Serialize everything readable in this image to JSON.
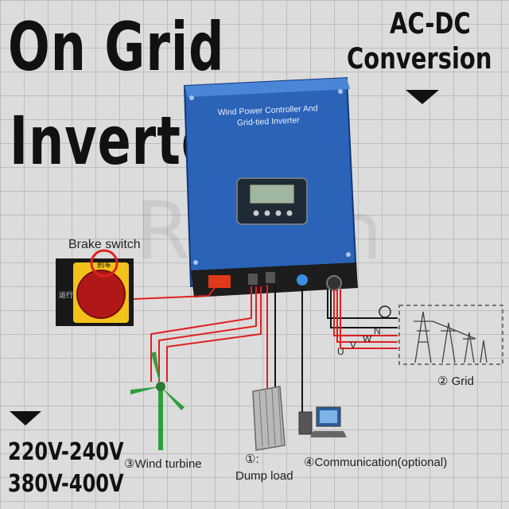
{
  "headline": {
    "line1": "On Grid",
    "line2": "Inverter"
  },
  "conversion_tag": {
    "line1": "AC-DC",
    "line2": "Conversion"
  },
  "voltage_tags": {
    "v1": "220V-240V",
    "v2": "380V-400V"
  },
  "watermark": "Ryton",
  "inverter": {
    "label_line1": "Wind Power Controller And",
    "label_line2": "Grid-tied Inverter",
    "body_color": "#2a63b8"
  },
  "brake_switch": {
    "title": "Brake switch",
    "label_top": "刹车",
    "label_left": "运行"
  },
  "phase_labels": {
    "u": "U",
    "v": "V",
    "w": "W",
    "n": "N"
  },
  "components": {
    "dump_load_number": "①:",
    "dump_load": "Dump load",
    "grid": "② Grid",
    "wind_turbine": "③Wind turbine",
    "communication": "④Communication(optional)"
  },
  "colors": {
    "wire_red": "#e02020",
    "wire_black": "#151515",
    "turbine_green": "#2e9e3c",
    "switch_yellow": "#f2c21a"
  }
}
